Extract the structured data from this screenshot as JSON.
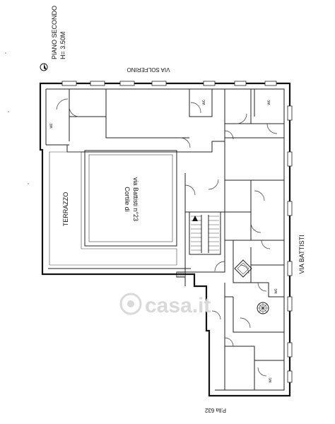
{
  "plan": {
    "floor_title": "PIANO SECONDO",
    "height_label": "H= 3.50M",
    "streets": {
      "top": "VIA SOLFERINO",
      "right": "VIA BATTISTI",
      "bottom": "P.lla 632"
    },
    "rooms": {
      "courtyard_line1": "Cortile di",
      "courtyard_line2": "via Battisti n°23",
      "terrace": "TERRAZZO",
      "wc_labels": [
        "wc",
        "wc",
        "wc",
        "wc",
        "wc"
      ]
    },
    "watermark": "casa.it"
  }
}
